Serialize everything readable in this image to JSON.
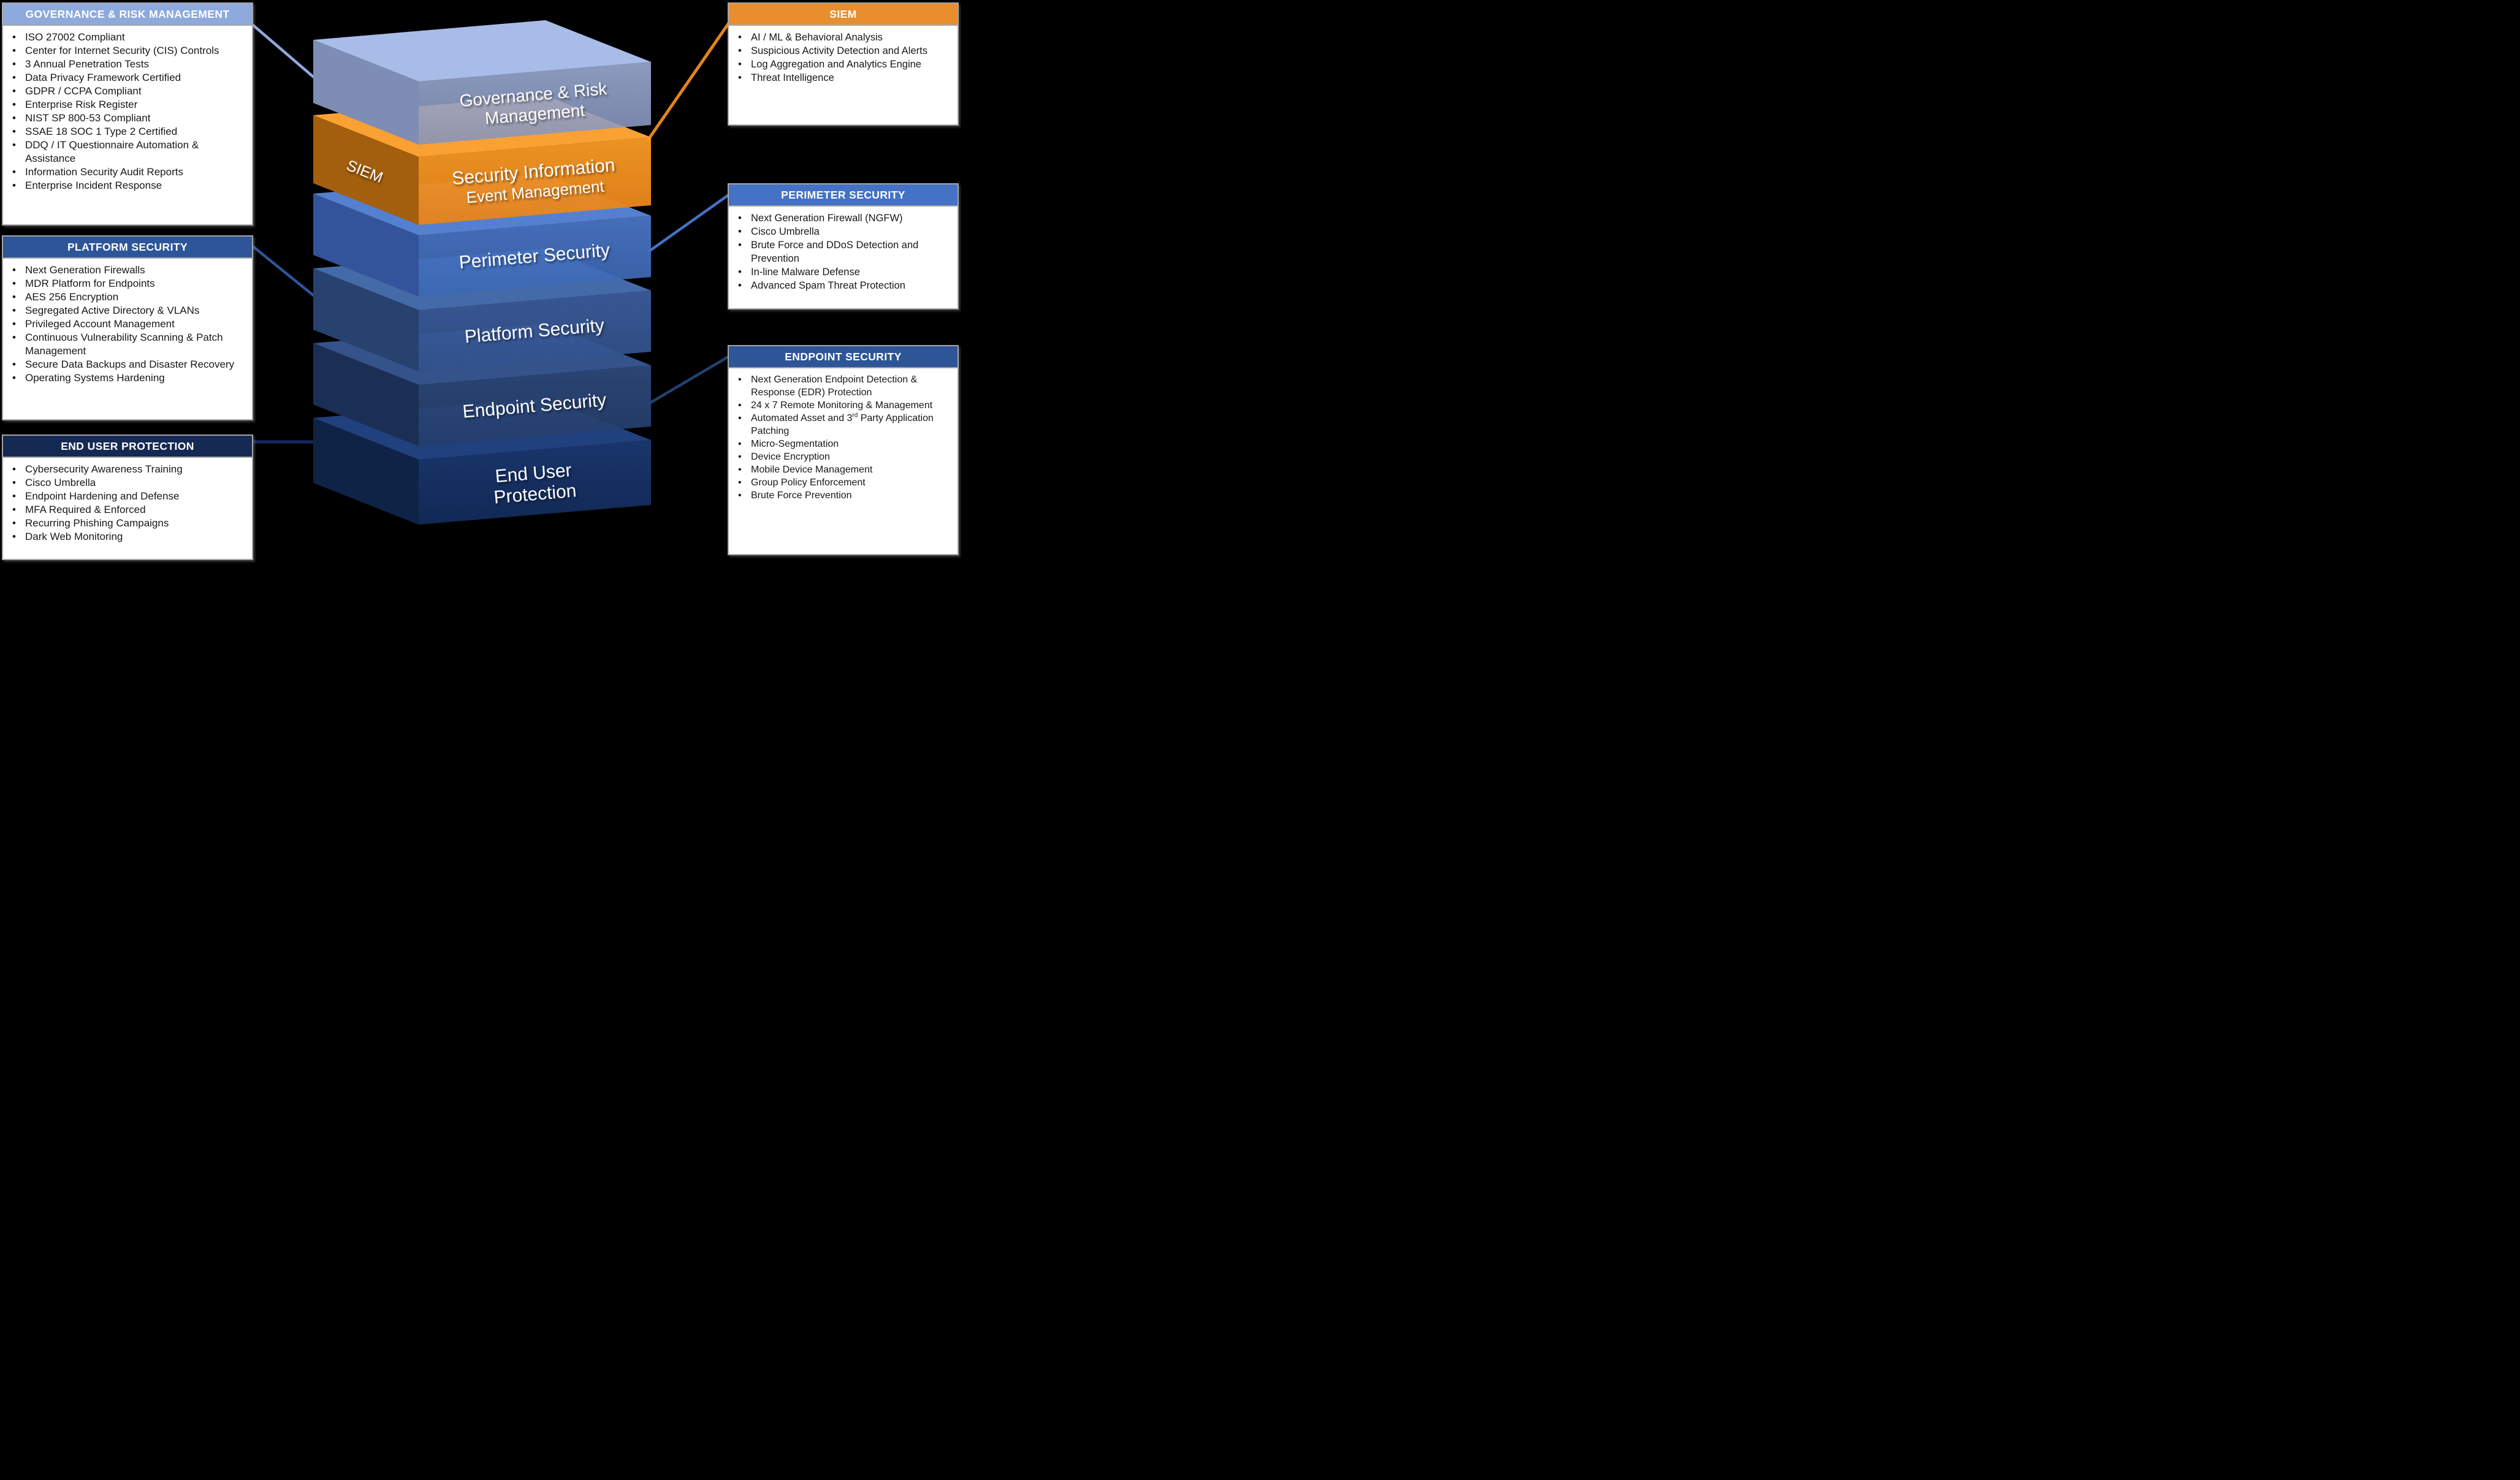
{
  "colors": {
    "background": "#000000",
    "governance_accent": "#8EA9DC",
    "platform_accent": "#2E5597",
    "end_user_accent": "#152A52",
    "siem_accent": "#E98E2E",
    "perimeter_accent": "#4472C4",
    "endpoint_accent": "#2E5597",
    "siem_layer_orange": "#F6921E",
    "end_user_layer_navy": "#16316B",
    "panel_border_gray": "#A6A6A6"
  },
  "panels": {
    "governance": {
      "title": "GOVERNANCE & RISK MANAGEMENT",
      "items": [
        "ISO 27002 Compliant",
        "Center for Internet Security (CIS) Controls",
        "3 Annual Penetration Tests",
        "Data Privacy Framework Certified",
        "GDPR / CCPA Compliant",
        "Enterprise Risk Register",
        "NIST SP 800-53 Compliant",
        "SSAE 18 SOC 1 Type 2 Certified",
        "DDQ / IT Questionnaire Automation & Assistance",
        "Information Security Audit Reports",
        "Enterprise Incident Response"
      ]
    },
    "platform": {
      "title": "PLATFORM SECURITY",
      "items": [
        "Next Generation Firewalls",
        "MDR Platform for Endpoints",
        "AES 256 Encryption",
        "Segregated Active Directory & VLANs",
        "Privileged Account Management",
        "Continuous Vulnerability Scanning & Patch Management",
        "Secure Data Backups and Disaster Recovery",
        "Operating Systems Hardening"
      ]
    },
    "end_user": {
      "title": "END USER PROTECTION",
      "items": [
        "Cybersecurity Awareness Training",
        "Cisco Umbrella",
        "Endpoint Hardening and Defense",
        "MFA Required & Enforced",
        "Recurring Phishing Campaigns",
        "Dark Web Monitoring"
      ]
    },
    "siem": {
      "title": "SIEM",
      "items": [
        "AI / ML & Behavioral Analysis",
        "Suspicious Activity Detection and Alerts",
        "Log Aggregation and Analytics Engine",
        "Threat Intelligence"
      ]
    },
    "perimeter": {
      "title": "PERIMETER SECURITY",
      "items": [
        "Next Generation Firewall (NGFW)",
        "Cisco Umbrella",
        "Brute Force and DDoS Detection and Prevention",
        "In-line Malware Defense",
        "Advanced Spam Threat Protection"
      ]
    },
    "endpoint": {
      "title": "ENDPOINT SECURITY",
      "items": [
        "Next Generation Endpoint Detection & Response (EDR) Protection",
        "24 x 7 Remote Monitoring & Management",
        {
          "pre": "Automated Asset and 3",
          "sup": "rd",
          "post": " Party Application Patching"
        },
        "Micro-Segmentation",
        "Device Encryption",
        "Mobile Device Management",
        "Group Policy Enforcement",
        "Brute Force Prevention"
      ]
    }
  },
  "stack": {
    "layers": [
      {
        "name": "governance",
        "lines": [
          "Governance & Risk",
          "Management"
        ]
      },
      {
        "name": "siem",
        "side_label": "SIEM",
        "lines": [
          "Security Information",
          "Event Management"
        ]
      },
      {
        "name": "perimeter",
        "lines": [
          "Perimeter Security"
        ]
      },
      {
        "name": "platform",
        "lines": [
          "Platform Security"
        ]
      },
      {
        "name": "endpoint",
        "lines": [
          "Endpoint Security"
        ]
      },
      {
        "name": "end_user",
        "lines": [
          "End User",
          "Protection"
        ]
      }
    ]
  }
}
